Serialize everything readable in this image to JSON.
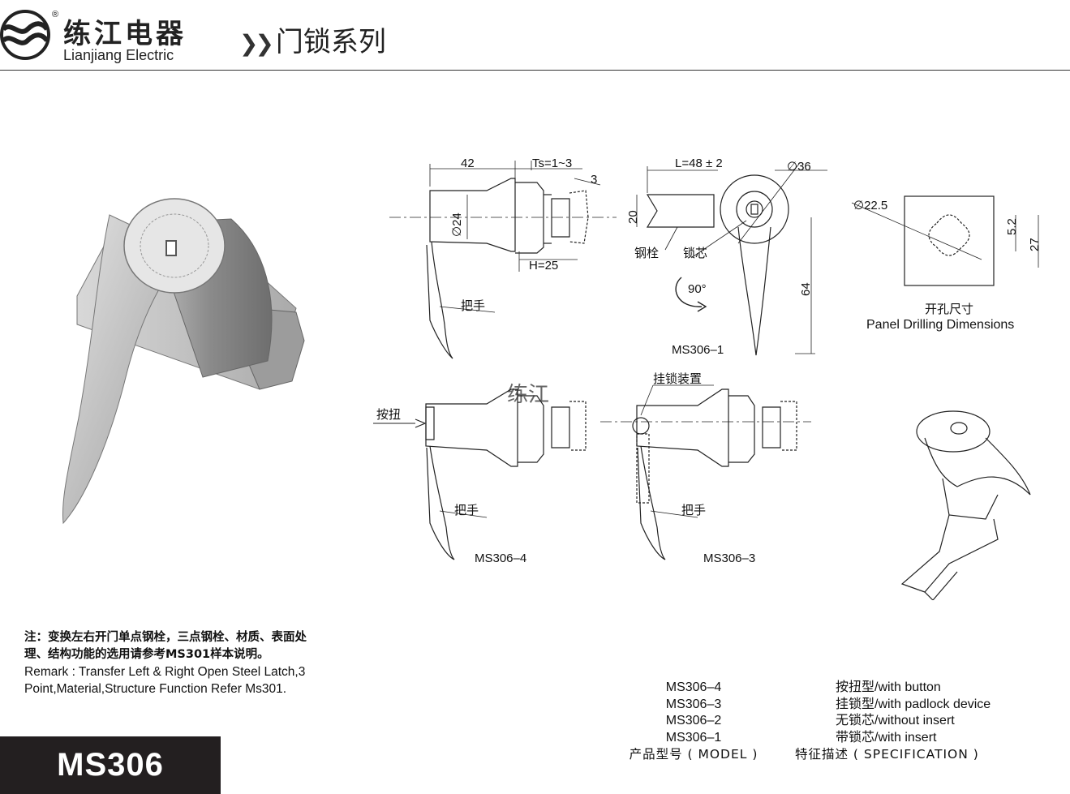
{
  "header": {
    "brand_cn": "练江电器",
    "brand_en": "Lianjiang Electric",
    "registered_mark": "®",
    "series_title": "门锁系列"
  },
  "drawing": {
    "dims": {
      "d42": "42",
      "ts": "Ts=1~3",
      "d3": "3",
      "d24": "∅24",
      "h25": "H=25",
      "l48": "L=48 ± 2",
      "d36": "∅36",
      "d20": "20",
      "d64": "64",
      "d22_5": "∅22.5",
      "d5_2": "5.2",
      "d27": "27",
      "deg90": "90°"
    },
    "labels": {
      "handle": "把手",
      "steel_bolt": "钢栓",
      "lock_core": "锁芯",
      "button": "按扭",
      "padlock_device": "挂锁装置",
      "drilling_cn": "开孔尺寸",
      "drilling_en": "Panel Drilling Dimensions",
      "ms306_1": "MS306–1",
      "ms306_3": "MS306–3",
      "ms306_4": "MS306–4",
      "watermark": "练江"
    }
  },
  "note": {
    "cn_line1": "注：变换左右开门单点钢栓，三点钢栓、材质、表面处",
    "cn_line2": "理、结构功能的选用请参考MS301样本说明。",
    "en_line1": "Remark : Transfer Left & Right Open Steel Latch,3",
    "en_line2": "Point,Material,Structure Function Refer Ms301."
  },
  "model_badge": "MS306",
  "spec_table": {
    "rows": [
      {
        "model": "MS306–4",
        "spec": "按扭型/with button"
      },
      {
        "model": "MS306–3",
        "spec": "挂锁型/with padlock device"
      },
      {
        "model": "MS306–2",
        "spec": "无锁芯/without insert"
      },
      {
        "model": "MS306–1",
        "spec": "带锁芯/with insert"
      }
    ],
    "header_model": "产品型号 ( MODEL )",
    "header_spec": "特征描述 ( SPECIFICATION )"
  }
}
